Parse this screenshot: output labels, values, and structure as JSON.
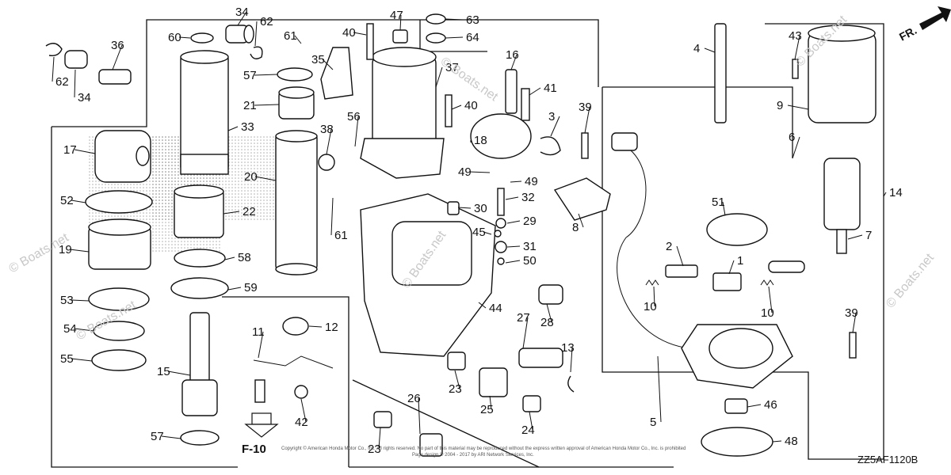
{
  "diagram": {
    "part_numbers": [
      "1",
      "2",
      "3",
      "4",
      "5",
      "6",
      "7",
      "8",
      "9",
      "10",
      "11",
      "12",
      "13",
      "14",
      "15",
      "16",
      "17",
      "18",
      "19",
      "20",
      "21",
      "22",
      "23",
      "24",
      "25",
      "26",
      "27",
      "28",
      "29",
      "30",
      "31",
      "32",
      "33",
      "34",
      "35",
      "36",
      "37",
      "38",
      "39",
      "40",
      "41",
      "42",
      "43",
      "44",
      "45",
      "46",
      "47",
      "48",
      "49",
      "50",
      "51",
      "52",
      "53",
      "54",
      "55",
      "56",
      "57",
      "58",
      "59",
      "60",
      "61",
      "62",
      "63",
      "64"
    ],
    "direction_label": "FR.",
    "reference_label": "F-10",
    "diagram_code": "ZZ5AF1120B",
    "watermark": "© Boats.net",
    "copyright_line_1": "Copyright © American Honda Motor Co., Inc. All rights reserved. No part of this material may be reproduced without the express written approval of American Honda Motor Co., Inc. is prohibited",
    "copyright_line_2": "Page design © 2004 - 2017 by ARI Network Services, Inc."
  }
}
